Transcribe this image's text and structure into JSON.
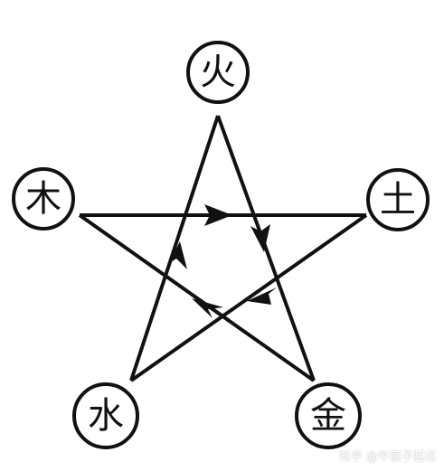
{
  "nodes": {
    "fire": "火",
    "earth": "土",
    "metal": "金",
    "water": "水",
    "wood": "木"
  },
  "watermark": "知乎 @午宸子起名",
  "colors": {
    "line": "#111111",
    "background": "#ffffff"
  }
}
